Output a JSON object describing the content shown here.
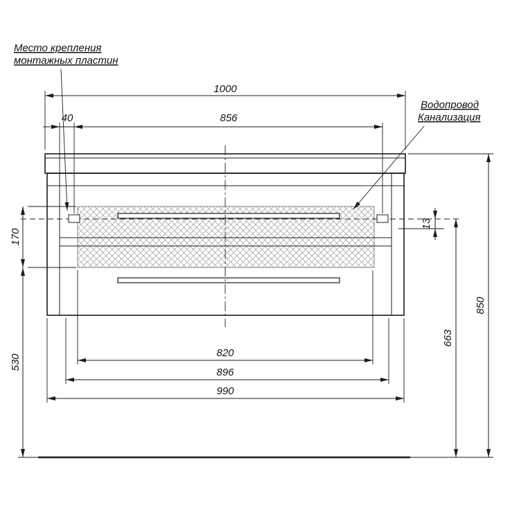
{
  "drawing": {
    "annotations": {
      "mounting_plates": {
        "line1": "Место крепления",
        "line2": "монтажных пластин"
      },
      "utilities": {
        "line1": "Водопровод",
        "line2": "Канализация"
      }
    },
    "dimensions": {
      "overall_width": "1000",
      "plate_left_offset": "40",
      "plate_spacing": "856",
      "mounting_zone_height": "170",
      "zone_floor_clearance": "530",
      "plate_drop": "13",
      "utilities_height": "663",
      "overall_height": "850",
      "opening_width": "820",
      "drawer_width": "896",
      "cabinet_width": "990"
    },
    "colors": {
      "line": "#1b1b1b",
      "hatch": "#9a9a9a",
      "background": "#ffffff"
    }
  }
}
